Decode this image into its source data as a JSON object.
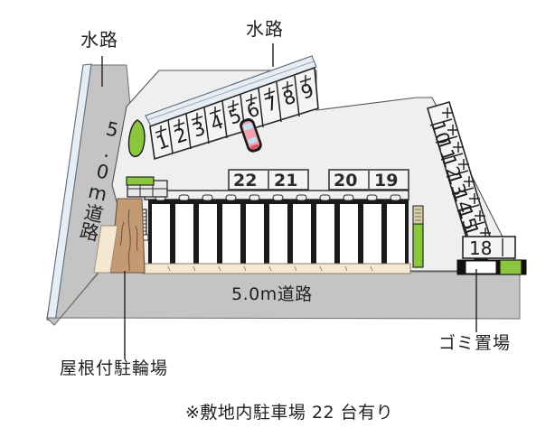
{
  "colors": {
    "road_gray": "#c4c4c4",
    "site_gray": "#efefef",
    "water_blue": "#dfe7f0",
    "green": "#8cc63f",
    "building_white": "#ffffff",
    "walkway_tan": "#f6e7d2",
    "bike_park_brown": "#c49a74",
    "car_pink": "#f2a0ad",
    "outline": "#231f20",
    "text": "#231f20"
  },
  "labels": {
    "waterway_left": "水路",
    "waterway_top": "水路",
    "road_diagonal": "5.0m道路",
    "road_bottom": "5.0m道路",
    "bicycle_parking": "屋根付駐輪場",
    "garbage_area": "ゴミ置場",
    "note": "※敷地内駐車場 22 台有り"
  },
  "parking": {
    "top_row": {
      "orientation": "diagonal",
      "stalls": [
        "1",
        "2",
        "3",
        "4",
        "5",
        "6",
        "7",
        "8",
        "9"
      ],
      "occupied": [
        "6"
      ],
      "occupied_vehicle_color": "#f2a0ad"
    },
    "right_column": {
      "orientation": "diagonal",
      "stalls": [
        "10",
        "11",
        "12",
        "13",
        "14",
        "15",
        "16",
        "17"
      ]
    },
    "right_extra": {
      "stalls": [
        "18"
      ]
    },
    "front_row": {
      "stalls": [
        "22",
        "21",
        "20",
        "19"
      ]
    },
    "total_count": "22"
  },
  "building": {
    "unit_count": 11,
    "description": "apartment block"
  }
}
